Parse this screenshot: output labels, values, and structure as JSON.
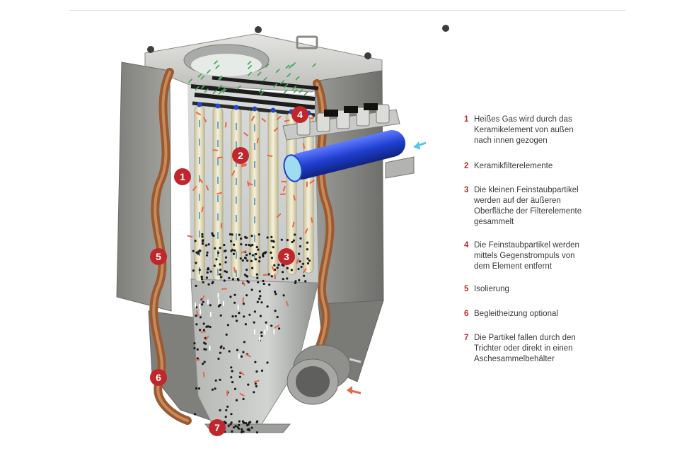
{
  "markers": [
    "1",
    "2",
    "3",
    "4",
    "5",
    "5",
    "6",
    "7"
  ],
  "legend": [
    {
      "num": "1",
      "lines": [
        "Heißes Gas wird durch das",
        "Keramikelement von außen",
        "nach innen gezogen"
      ]
    },
    {
      "num": "2",
      "lines": [
        "Keramikfilterelemente"
      ]
    },
    {
      "num": "3",
      "lines": [
        "Die kleinen Feinstaubpartikel",
        "werden auf der äußeren",
        "Oberfläche der Filterelemente",
        "gesammelt"
      ]
    },
    {
      "num": "4",
      "lines": [
        "Die Feinstaubpartikel werden",
        "mittels Gegenstrompuls von",
        "dem Element entfernt"
      ]
    },
    {
      "num": "5",
      "lines": [
        "Isolierung"
      ]
    },
    {
      "num": "6",
      "lines": [
        "Begleitheizung optional"
      ]
    },
    {
      "num": "7",
      "lines": [
        "Die Partikel fallen durch den",
        "Trichter oder direkt in einen",
        "Aschesammelbehälter"
      ]
    }
  ],
  "colors": {
    "marker_red": "#c0272d",
    "housing_grey": "#8c8c88",
    "insulation_copper": "#9a5a32",
    "manifold_blue": "#1f3fd0",
    "filter_cream": "#efe8c8",
    "hot_gas_arrow": "#e8664a",
    "clean_gas_arrow": "#4aa85a",
    "pulse_arrow": "#3a8fd0"
  }
}
